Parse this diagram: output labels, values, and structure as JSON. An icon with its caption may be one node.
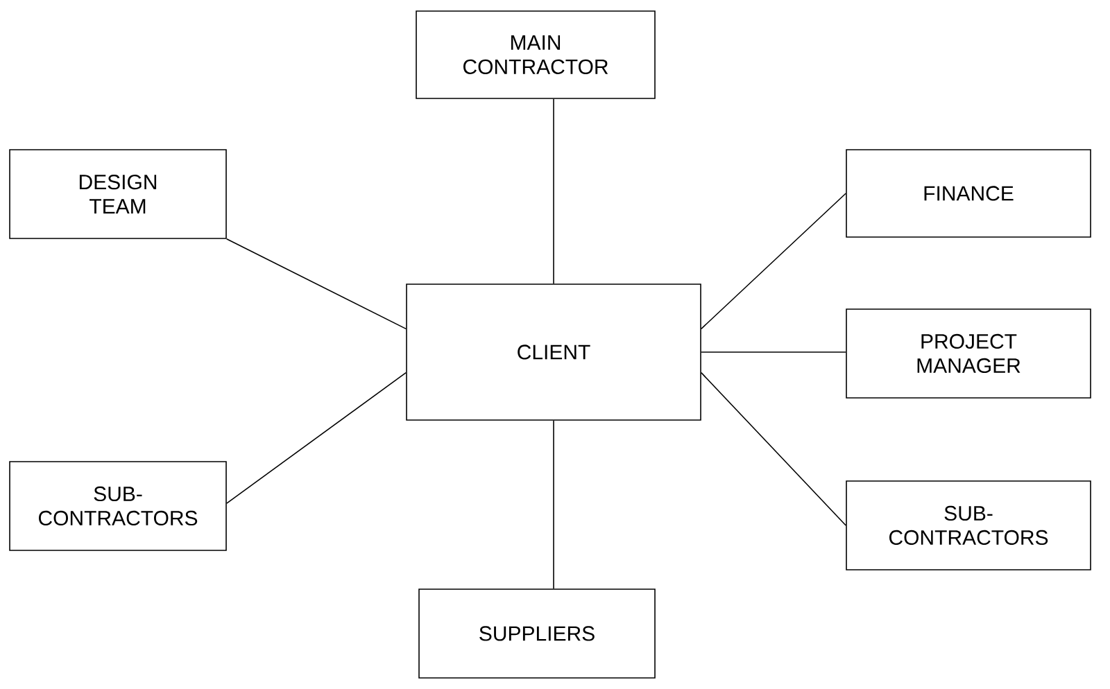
{
  "diagram": {
    "nodes": [
      {
        "text": [
          "MAIN CONTRACTOR"
        ]
      },
      {
        "text": [
          "DESIGN TEAM"
        ]
      },
      {
        "text": [
          "FINANCE"
        ]
      },
      {
        "text": [
          "CLIENT"
        ]
      },
      {
        "text": [
          "PROJECT MANAGER"
        ]
      },
      {
        "text": [
          "SUB-CONTRACTORS"
        ]
      },
      {
        "text": [
          "SUB-CONTRACTORS"
        ]
      },
      {
        "text": [
          "SUPPLIERS"
        ]
      }
    ],
    "edges": [
      {
        "from": 3,
        "to": 0,
        "arrow": "none"
      },
      {
        "from": 3,
        "to": 1,
        "arrow": "none"
      },
      {
        "from": 3,
        "to": 2,
        "arrow": "none"
      },
      {
        "from": 3,
        "to": 4,
        "arrow": "none"
      },
      {
        "from": 3,
        "to": 5,
        "arrow": "none"
      },
      {
        "from": 3,
        "to": 6,
        "arrow": "none"
      },
      {
        "from": 3,
        "to": 7,
        "arrow": "none"
      }
    ]
  }
}
